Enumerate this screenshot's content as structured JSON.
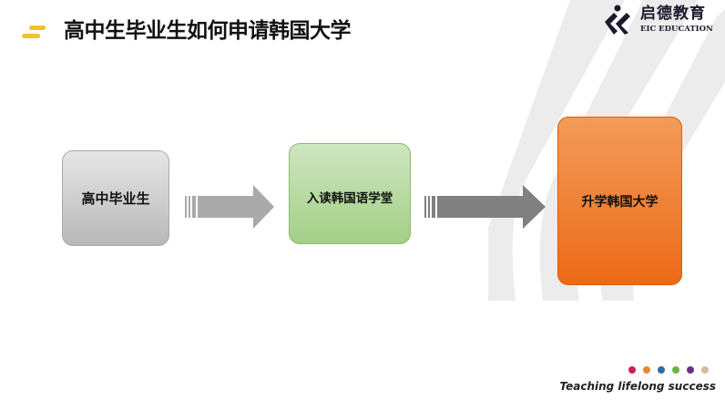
{
  "title": "高中生毕业生如何申请韩国大学",
  "logo": {
    "cn": "启德教育",
    "en": "EIC EDUCATION"
  },
  "flow": {
    "step1": "高中毕业生",
    "step2": "入读韩国语学堂",
    "step3": "升学韩国大学"
  },
  "footer": {
    "tagline": "Teaching lifelong success",
    "dot_colors": [
      "#c8234b",
      "#e8872d",
      "#2f6aa6",
      "#6db33f",
      "#6a2e8f",
      "#cdbf94"
    ]
  },
  "colors": {
    "accent": "#f2c12e",
    "step1": "#cfcfcf",
    "step2": "#b5d99c",
    "step3": "#ef7d2e"
  }
}
